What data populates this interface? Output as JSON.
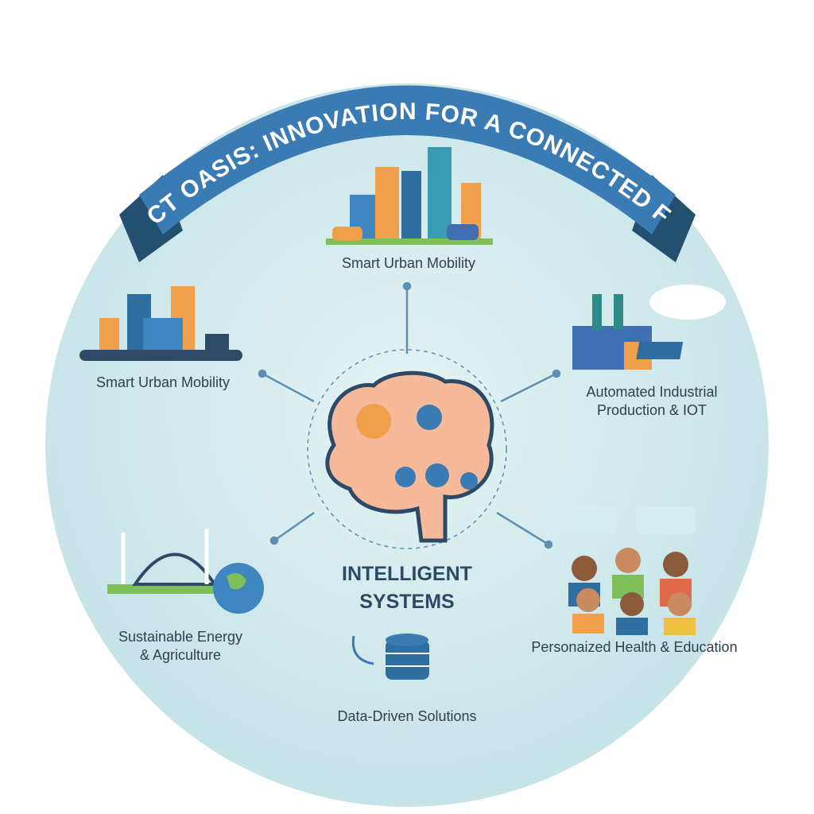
{
  "banner": {
    "title": "PROJECT OASIS: INNOVATION FOR A CONNECTED FUTURE"
  },
  "nodes": {
    "top": {
      "label": "Smart Urban Mobility"
    },
    "left": {
      "label": "Smart Urban Mobility"
    },
    "right": {
      "line1": "Automated Industrial",
      "line2": "Production & IOT"
    },
    "bottom_left": {
      "line1": "Sustainable Energy",
      "line2": "& Agriculture"
    },
    "bottom_right": {
      "label": "Personaized Health & Education"
    },
    "bottom": {
      "label": "Data-Driven Solutions"
    }
  },
  "center": {
    "line1": "INTELLIGENT",
    "line2": "SYSTEMS"
  },
  "colors": {
    "circle": "#cfe8ea",
    "banner": "#3b7bb3",
    "banner_dark": "#24506f",
    "accent_orange": "#f0a04b",
    "brain": "#f6b99a"
  }
}
